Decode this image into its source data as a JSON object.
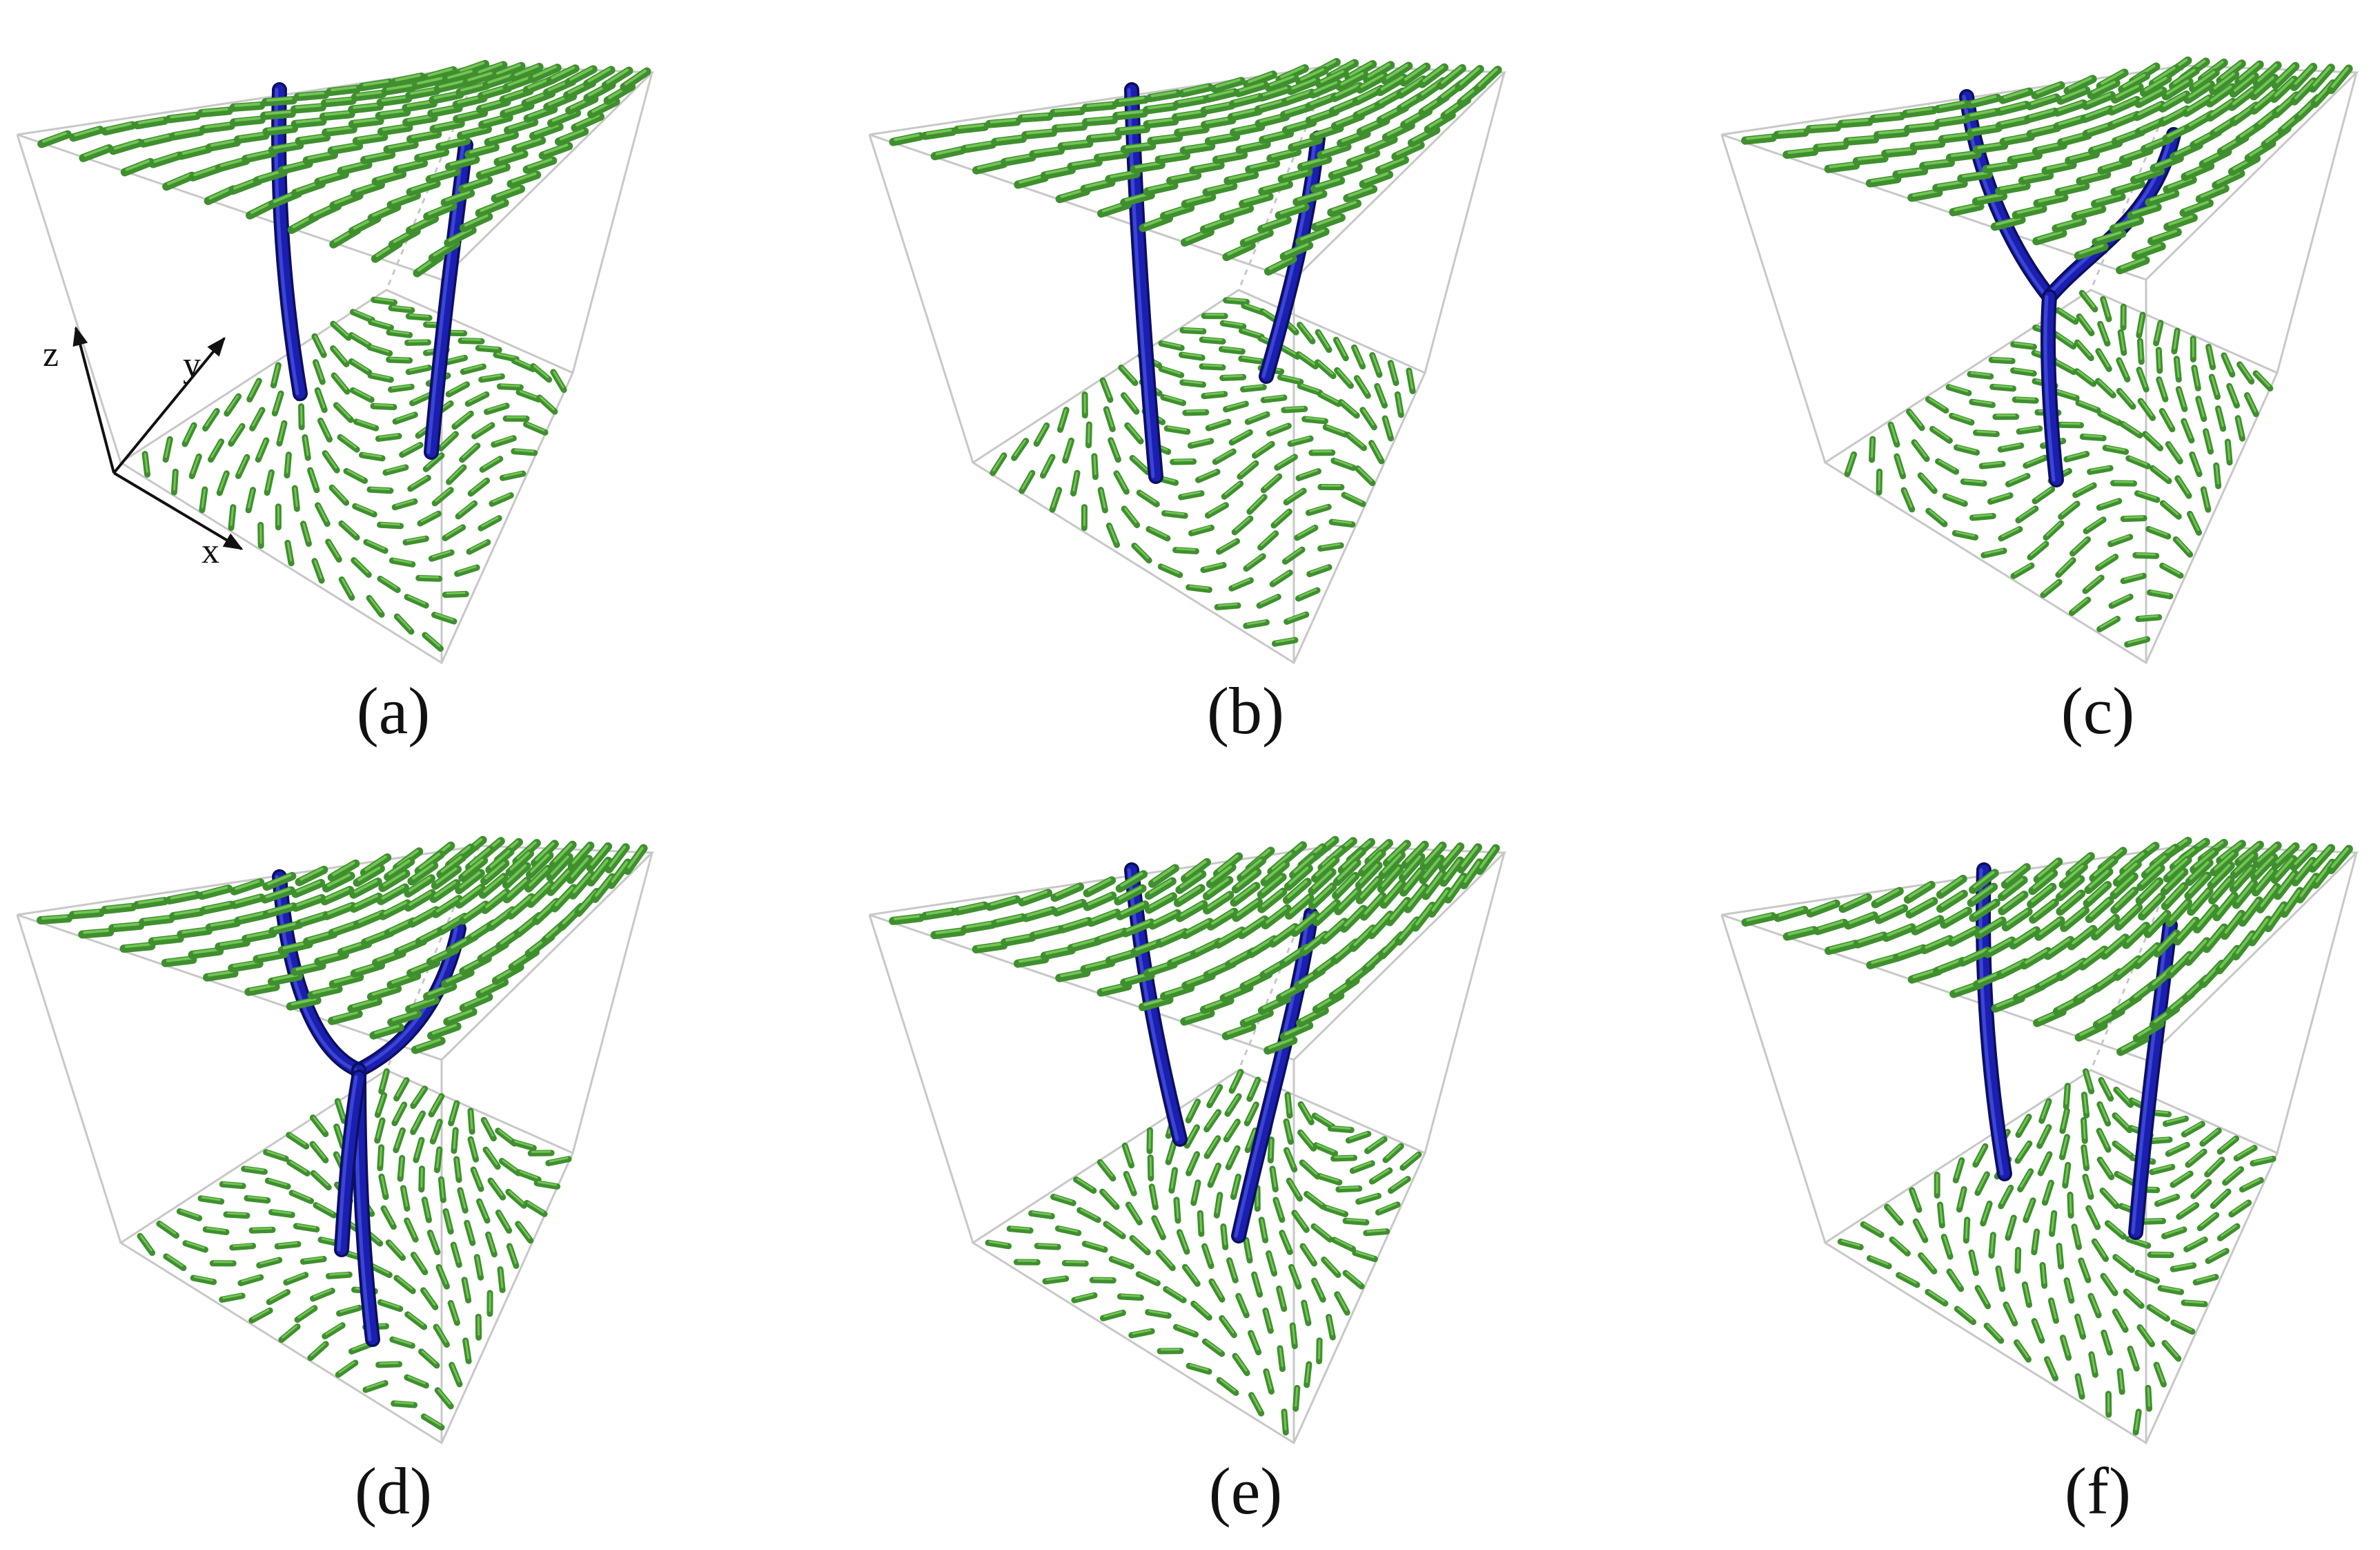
{
  "figure": {
    "panels": [
      {
        "label": "(a)",
        "defect": "two-separate",
        "show_axes": true
      },
      {
        "label": "(b)",
        "defect": "two-separate-leaning",
        "show_axes": false
      },
      {
        "label": "(c)",
        "defect": "y-junction",
        "show_axes": false
      },
      {
        "label": "(d)",
        "defect": "crossing",
        "show_axes": false
      },
      {
        "label": "(e)",
        "defect": "v-shape",
        "show_axes": false
      },
      {
        "label": "(f)",
        "defect": "two-separate",
        "show_axes": false
      }
    ],
    "axes": {
      "x": "x",
      "y": "y",
      "z": "z"
    },
    "colors": {
      "director": "#3f8f2f",
      "director_highlight": "#7ccf5a",
      "defect_line": "#1a1fb0",
      "defect_line_dark": "#0c0f5e",
      "box_edge": "#c8c8c8"
    }
  }
}
